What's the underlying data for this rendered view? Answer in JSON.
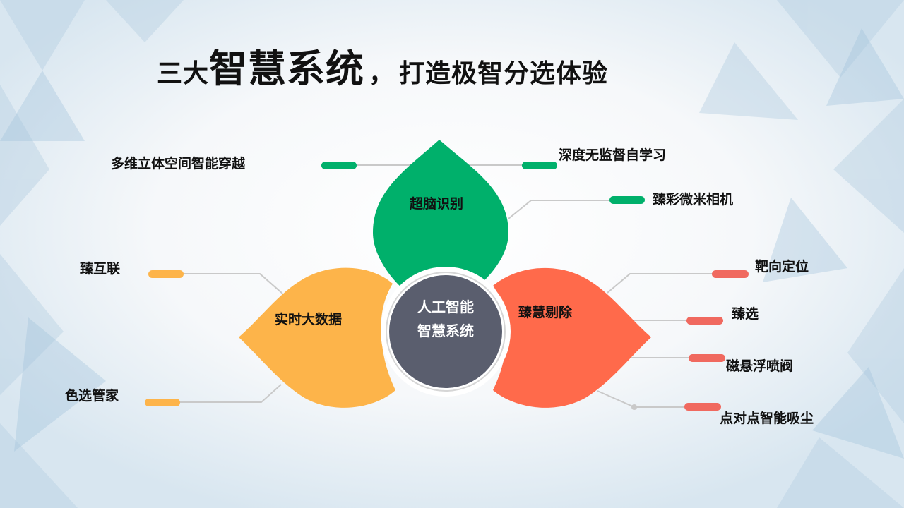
{
  "title": {
    "part1": "三大",
    "part2": "智慧系统",
    "comma": "，",
    "part3": "打造极智分选体验"
  },
  "center": {
    "line1": "人工智能",
    "line2": "智慧系统",
    "color": "#5a5e6e"
  },
  "petals": {
    "top": {
      "label": "超脑识别",
      "color": "#00b06b"
    },
    "left": {
      "label": "实时大数据",
      "color": "#fdb44a"
    },
    "right": {
      "label": "臻慧剔除",
      "color": "#ff6a4b"
    }
  },
  "features": {
    "top": [
      "多维立体空间智能穿越",
      "深度无监督自学习",
      "臻彩微米相机"
    ],
    "left": [
      "臻互联",
      "色选管家"
    ],
    "right": [
      "靶向定位",
      "臻选",
      "磁悬浮喷阀",
      "点对点智能吸尘"
    ]
  },
  "colors": {
    "green": "#00b06b",
    "orange": "#fdb44a",
    "red": "#f0695f",
    "line": "#c9c9c9"
  }
}
